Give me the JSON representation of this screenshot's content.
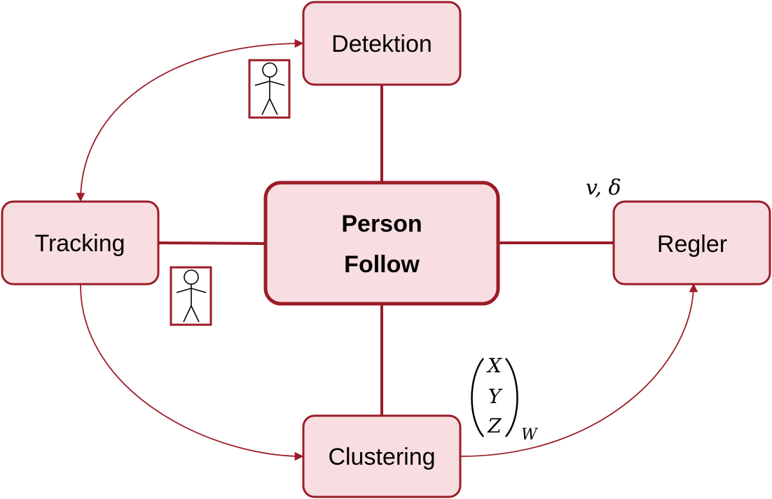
{
  "nodes": {
    "center": {
      "line1": "Person",
      "line2": "Follow"
    },
    "detektion": "Detektion",
    "tracking": "Tracking",
    "regler": "Regler",
    "clustering": "Clustering"
  },
  "labels": {
    "control": "v, δ",
    "coord_x": "X",
    "coord_y": "Y",
    "coord_z": "Z",
    "coord_sub": "W"
  },
  "colors": {
    "stroke": "#9b1c28",
    "fill": "#f8dde1"
  }
}
